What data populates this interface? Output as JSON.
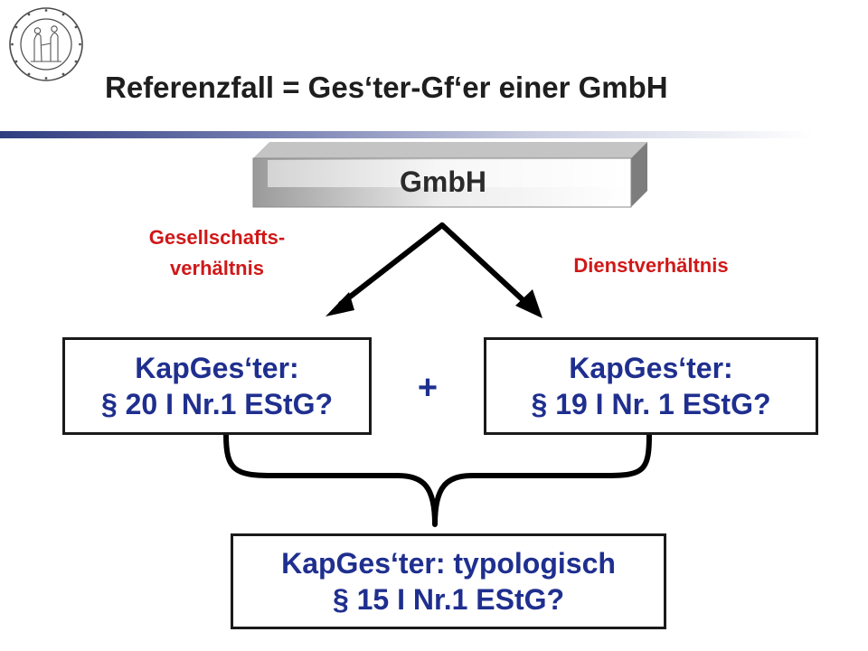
{
  "header": {
    "title": "Referenzfall = Ges‘ter-Gf‘er einer GmbH"
  },
  "diagram": {
    "top_node": {
      "label": "GmbH"
    },
    "left_relation": {
      "line1": "Gesellschafts-",
      "line2": "verhältnis"
    },
    "right_relation": {
      "label": "Dienstverhältnis"
    },
    "left_box": {
      "line1": "KapGes‘ter:",
      "line2": "§ 20 I Nr.1 EStG?"
    },
    "right_box": {
      "line1": "KapGes‘ter:",
      "line2": "§ 19 I Nr. 1 EStG?"
    },
    "connector": {
      "symbol": "+"
    },
    "bottom_box": {
      "line1": "KapGes‘ter: typologisch",
      "line2": "§ 15 I Nr.1 EStG?"
    }
  },
  "colors": {
    "relation_label": "#d01818",
    "box_text": "#1f2f8f",
    "title_text": "#1e1e1e",
    "accent_rule": "#2f3c7e"
  },
  "icons": {
    "logo": "university-seal-icon"
  }
}
